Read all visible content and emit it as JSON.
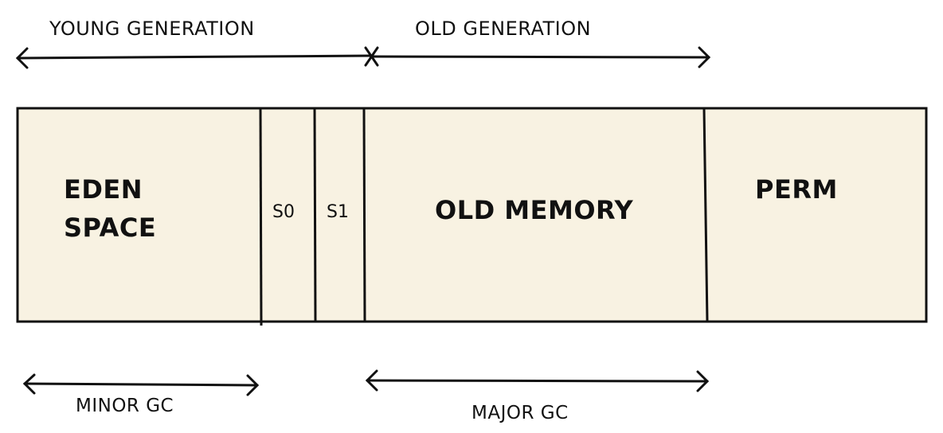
{
  "top": {
    "young_generation": "YOUNG GENERATION",
    "old_generation": "OLD GENERATION"
  },
  "regions": {
    "eden_line1": "EDEN",
    "eden_line2": "SPACE",
    "s0": "S0",
    "s1": "S1",
    "old_memory": "OLD MEMORY",
    "perm": "PERM"
  },
  "bottom": {
    "minor_gc": "MINOR GC",
    "major_gc": "MAJOR GC"
  },
  "colors": {
    "region_fill": "#f8f2e2",
    "stroke": "#111111"
  }
}
